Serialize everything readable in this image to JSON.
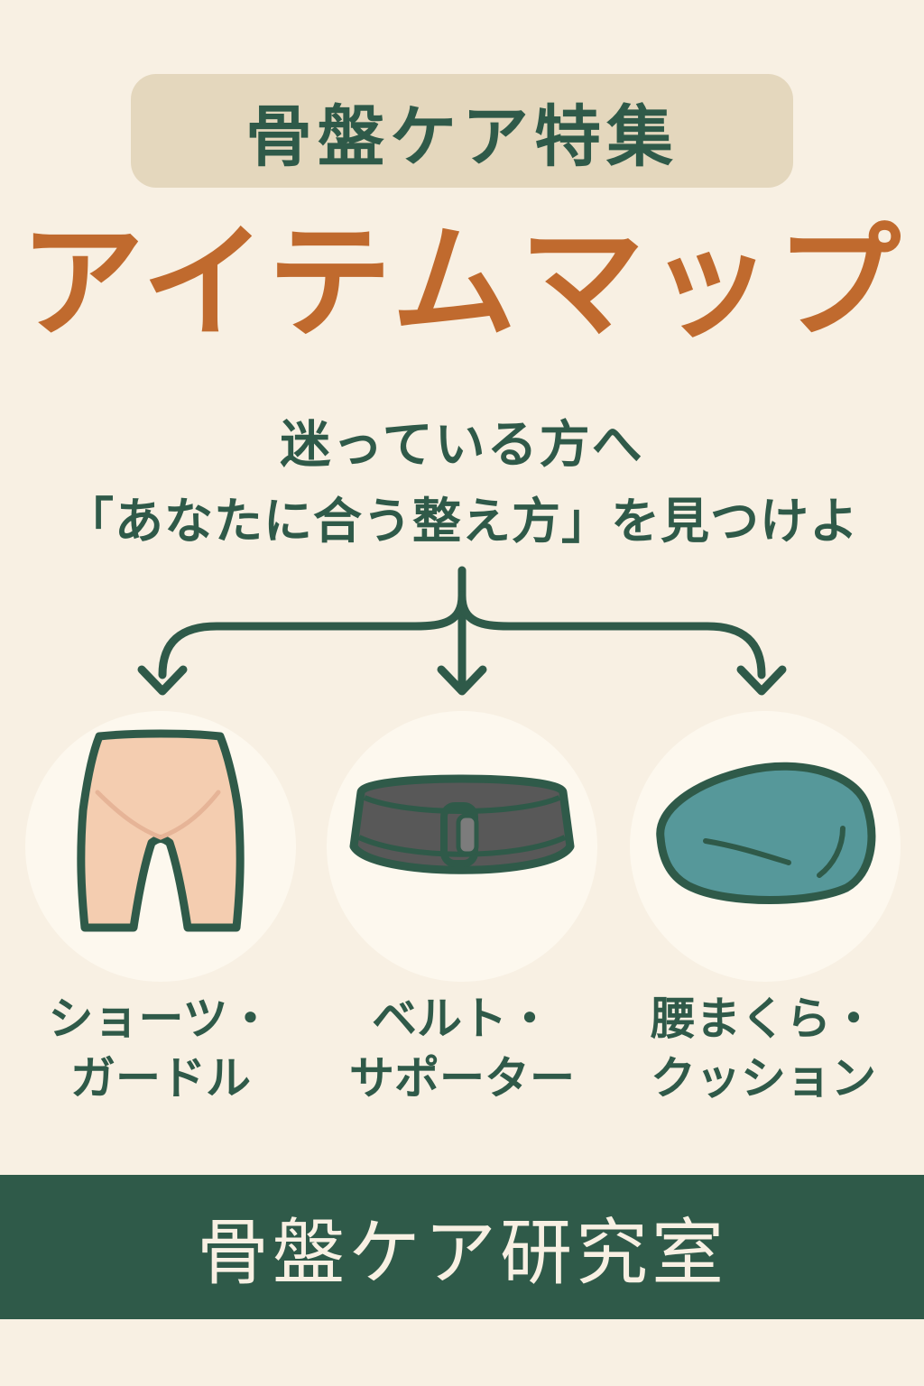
{
  "header": {
    "badge_text": "骨盤ケア特集",
    "title": "アイテムマップ"
  },
  "subtitle": {
    "line1": "迷っている方へ",
    "line2": "「あなたに合う整え方」を見つけよ"
  },
  "items": [
    {
      "icon": "shorts-icon",
      "label_line1": "ショーツ・",
      "label_line2": "ガードル"
    },
    {
      "icon": "belt-icon",
      "label_line1": "ベルト・",
      "label_line2": "サポーター"
    },
    {
      "icon": "cushion-icon",
      "label_line1": "腰まくら・",
      "label_line2": "クッション"
    }
  ],
  "footer": {
    "text": "骨盤ケア研究室"
  },
  "colors": {
    "background": "#f8f0e3",
    "badge": "#e4d7bd",
    "accent_orange": "#c06a2e",
    "dark_green": "#2f5a49",
    "shorts_fill": "#f4cdb0",
    "belt_fill": "#585858",
    "cushion_fill": "#56989a"
  }
}
